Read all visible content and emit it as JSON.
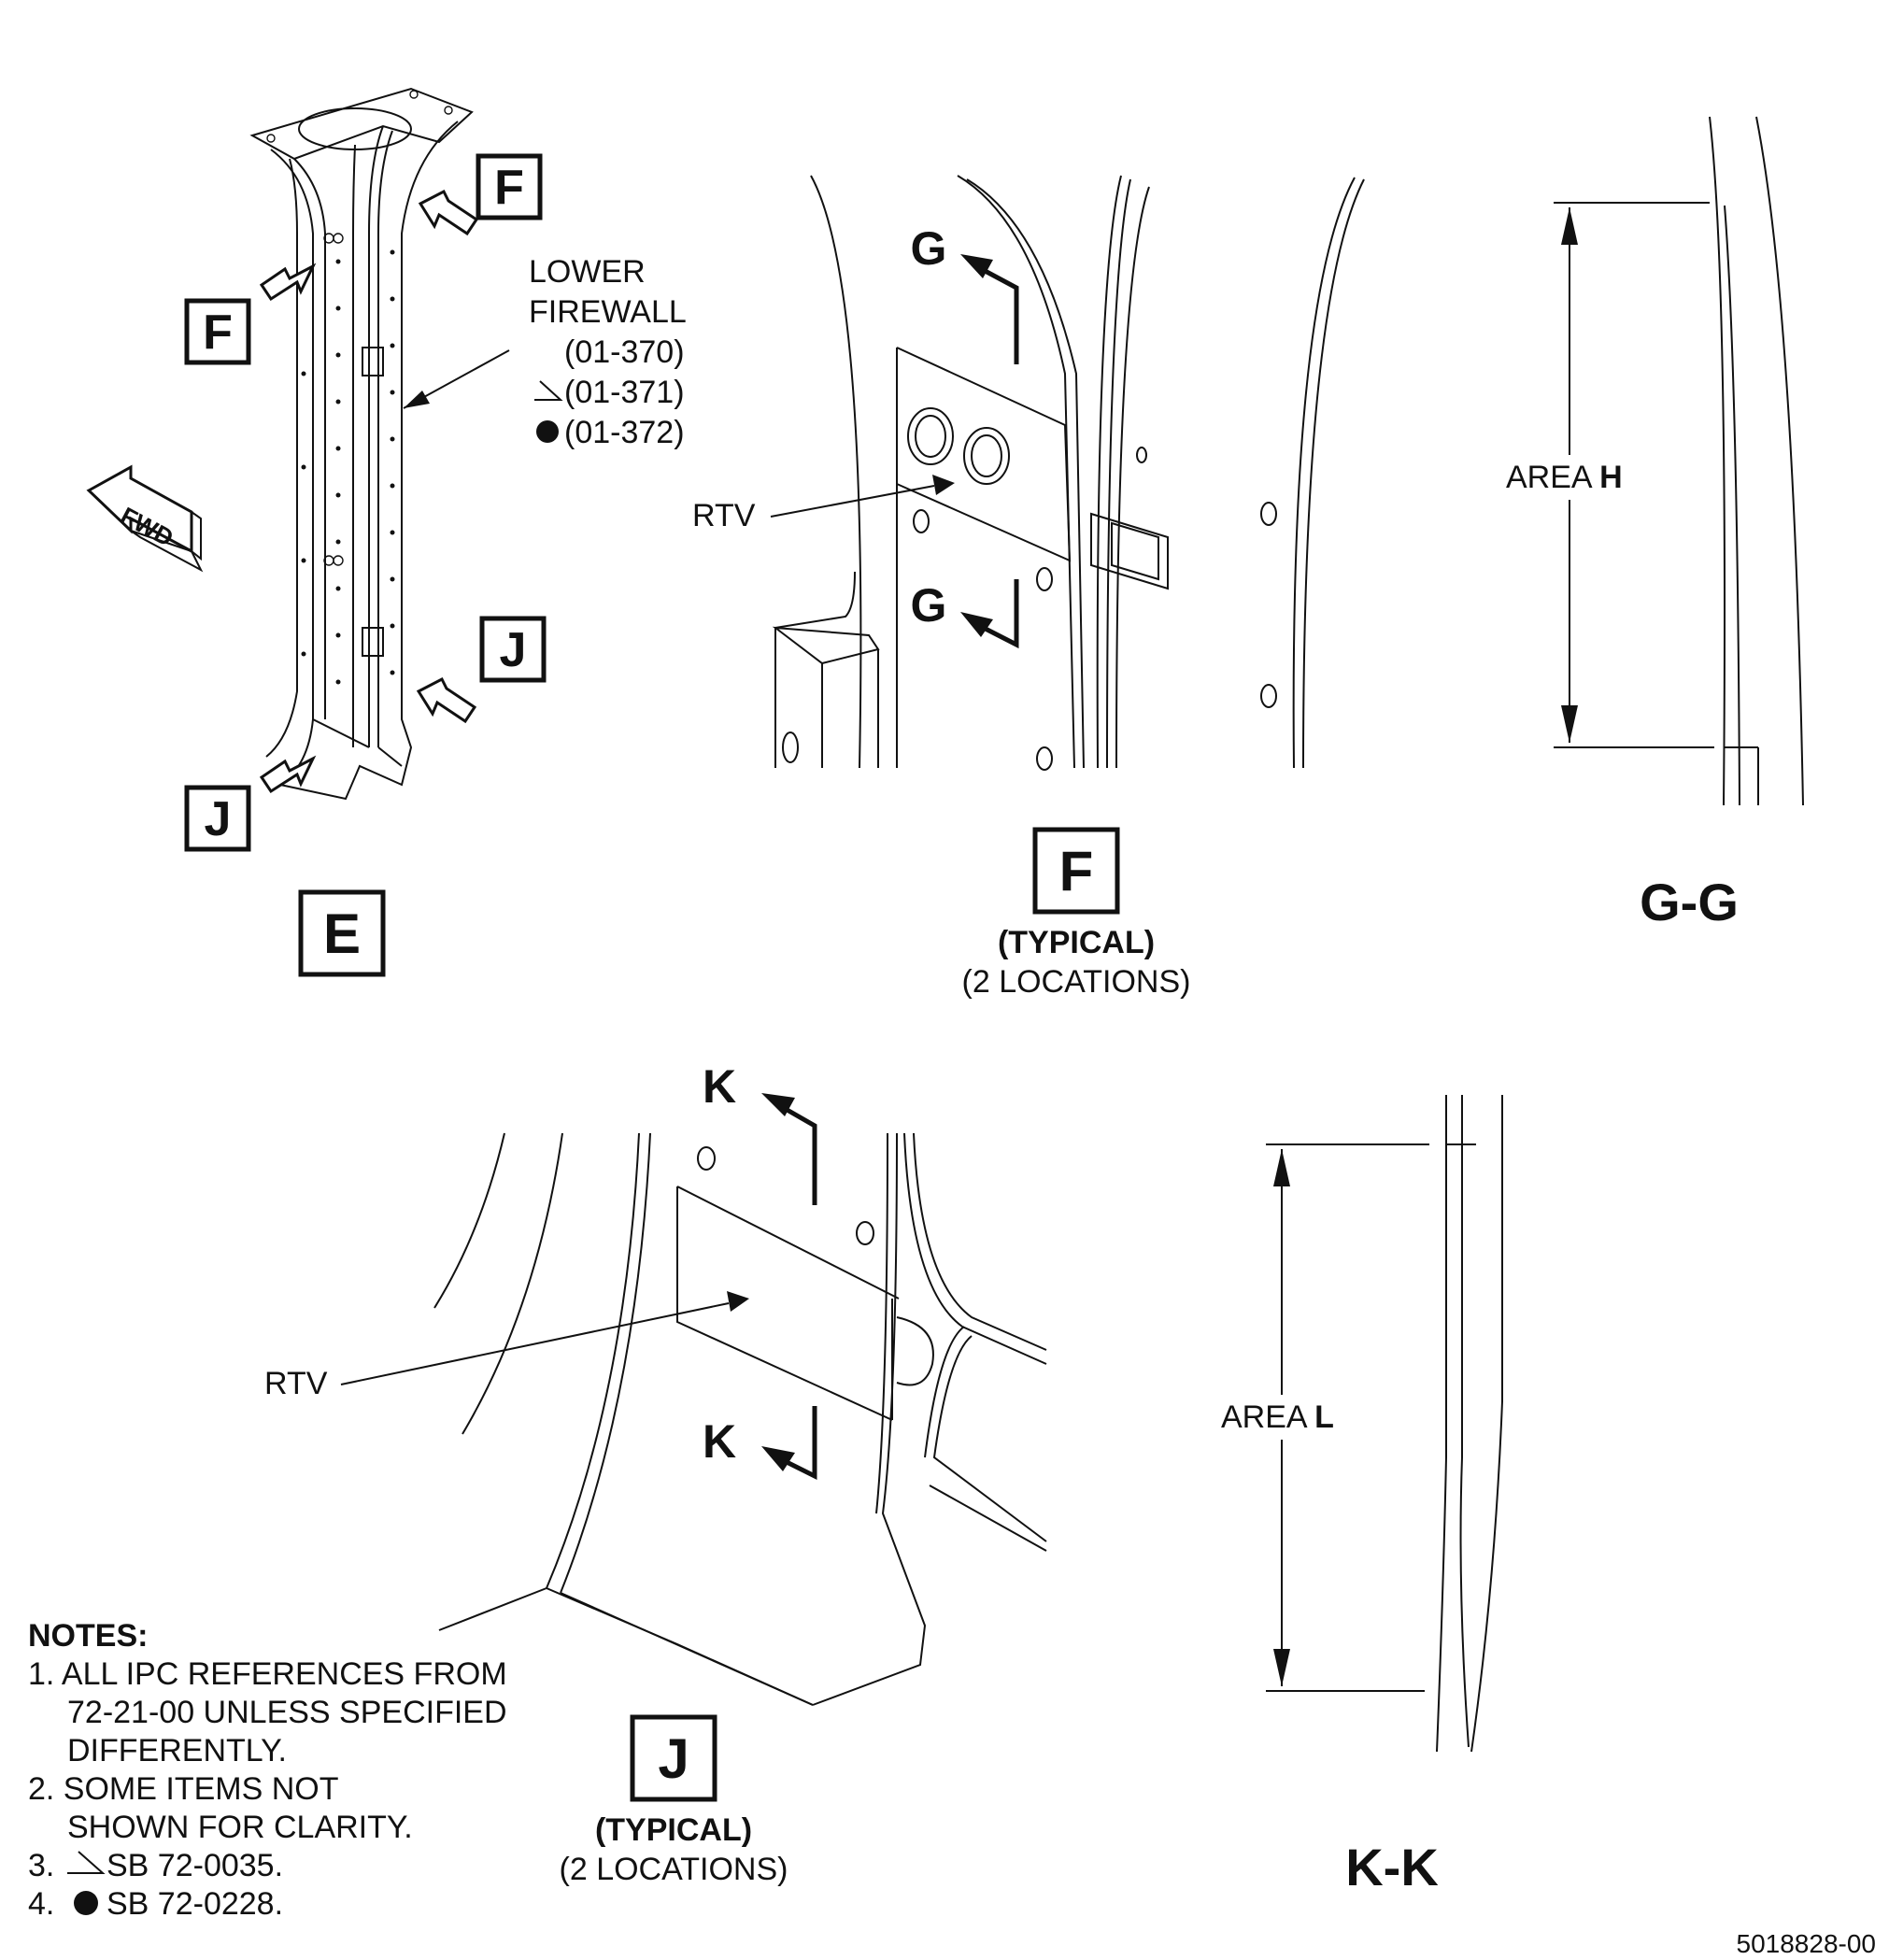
{
  "views": {
    "E": {
      "title": "E",
      "callouts": [
        "F",
        "F",
        "J",
        "J"
      ],
      "fwd": "FWD"
    },
    "F": {
      "title": "F",
      "typical": "(TYPICAL)",
      "locations": "(2 LOCATIONS)",
      "section_mark": "G",
      "rtv": "RTV"
    },
    "GG": {
      "title": "G-G",
      "area_prefix": "AREA ",
      "area_letter": "H"
    },
    "J": {
      "title": "J",
      "typical": "(TYPICAL)",
      "locations": "(2 LOCATIONS)",
      "section_mark": "K",
      "rtv": "RTV"
    },
    "KK": {
      "title": "K-K",
      "area_prefix": "AREA ",
      "area_letter": "L"
    }
  },
  "part_label": {
    "line1": "LOWER",
    "line2": "FIREWALL",
    "ref1": "(01-370)",
    "ref2": "(01-371)",
    "ref3": "(01-372)"
  },
  "notes": {
    "heading": "NOTES:",
    "n1a": "1. ALL IPC REFERENCES FROM",
    "n1b": "72-21-00 UNLESS SPECIFIED",
    "n1c": "DIFFERENTLY.",
    "n2a": "2. SOME ITEMS NOT",
    "n2b": "SHOWN FOR CLARITY.",
    "n3": "SB 72-0035.",
    "n3num": "3.",
    "n4": "SB 72-0228.",
    "n4num": "4."
  },
  "drawing_number": "5018828-00",
  "symbols": {
    "effectivity_1": "triangle-flag-icon",
    "effectivity_2": "filled-circle-icon"
  }
}
